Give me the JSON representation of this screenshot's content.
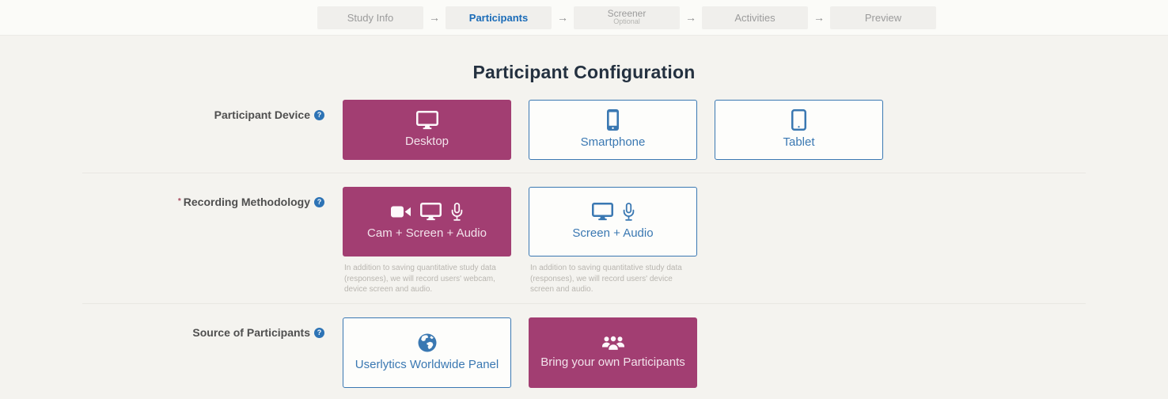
{
  "stepper": {
    "arrow": "→",
    "items": [
      {
        "label": "Study Info",
        "active": false
      },
      {
        "label": "Participants",
        "active": true
      },
      {
        "label": "Screener",
        "sublabel": "Optional",
        "active": false
      },
      {
        "label": "Activities",
        "active": false
      },
      {
        "label": "Preview",
        "active": false
      }
    ]
  },
  "page": {
    "title": "Participant Configuration"
  },
  "icons": {
    "help": "?"
  },
  "rows": [
    {
      "label": "Participant Device",
      "required": false,
      "options": [
        {
          "label": "Desktop",
          "icon": "desktop-monitor-icon",
          "selected": true
        },
        {
          "label": "Smartphone",
          "icon": "smartphone-icon",
          "selected": false
        },
        {
          "label": "Tablet",
          "icon": "tablet-icon",
          "selected": false
        }
      ]
    },
    {
      "label": "Recording Methodology",
      "required": true,
      "required_mark": "*",
      "options": [
        {
          "label": "Cam + Screen + Audio",
          "icons": [
            "video-camera-icon",
            "screen-icon",
            "microphone-icon"
          ],
          "selected": true,
          "description": "In addition to saving quantitative study data (responses), we will record users' webcam, device screen and audio."
        },
        {
          "label": "Screen + Audio",
          "icons": [
            "screen-icon",
            "microphone-icon"
          ],
          "selected": false,
          "description": "In addition to saving quantitative study data (responses), we will record users' device screen and audio."
        }
      ]
    },
    {
      "label": "Source of Participants",
      "required": false,
      "options": [
        {
          "label": "Userlytics Worldwide Panel",
          "icon": "globe-icon",
          "selected": false
        },
        {
          "label": "Bring your own Participants",
          "icon": "people-group-icon",
          "selected": true
        }
      ]
    }
  ],
  "colors": {
    "selected_card": "#a23e72",
    "accent_blue": "#3a78b2",
    "active_step_text": "#1b6cb8",
    "page_background": "#f4f3ef",
    "title_text": "#243140"
  }
}
